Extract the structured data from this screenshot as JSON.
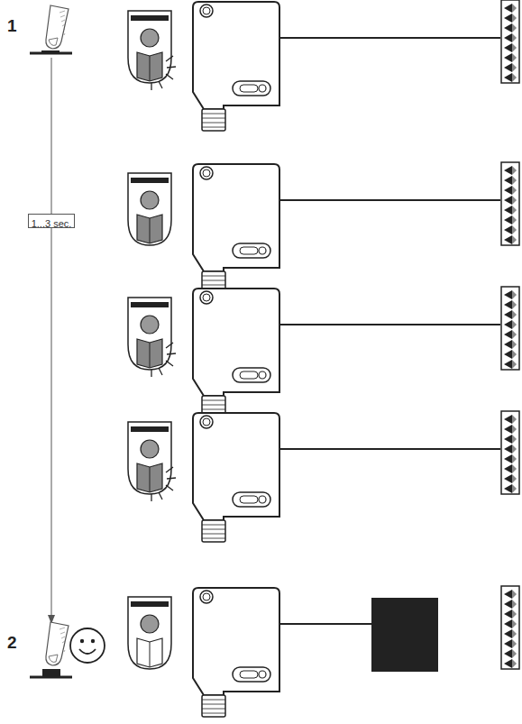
{
  "diagram": {
    "nodes": [
      {
        "text": [
          "1...3 sec."
        ]
      }
    ],
    "labels": [
      "1",
      "2"
    ]
  }
}
